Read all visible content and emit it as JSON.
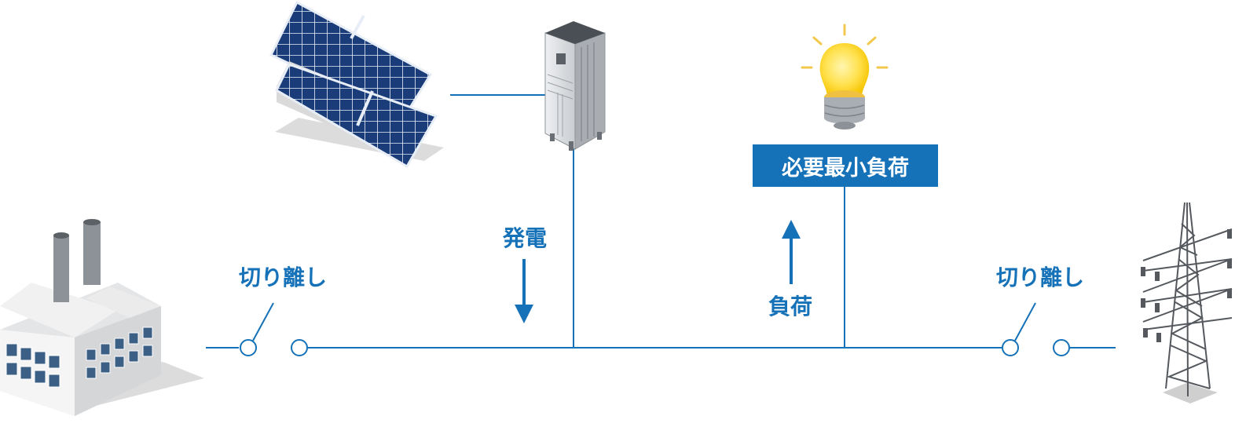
{
  "labels": {
    "disconnect_left": "切り離し",
    "disconnect_right": "切り離し",
    "generation": "発電",
    "load": "負荷",
    "minimum_load": "必要最小負荷"
  },
  "colors": {
    "line": "#1672b8",
    "label": "#1672b8",
    "box_bg": "#1672b8",
    "box_text": "#ffffff",
    "bulb": "#ffd21e"
  },
  "icons": [
    "factory-icon",
    "solar-panel-icon",
    "power-conditioner-icon",
    "light-bulb-icon",
    "transmission-tower-icon"
  ]
}
